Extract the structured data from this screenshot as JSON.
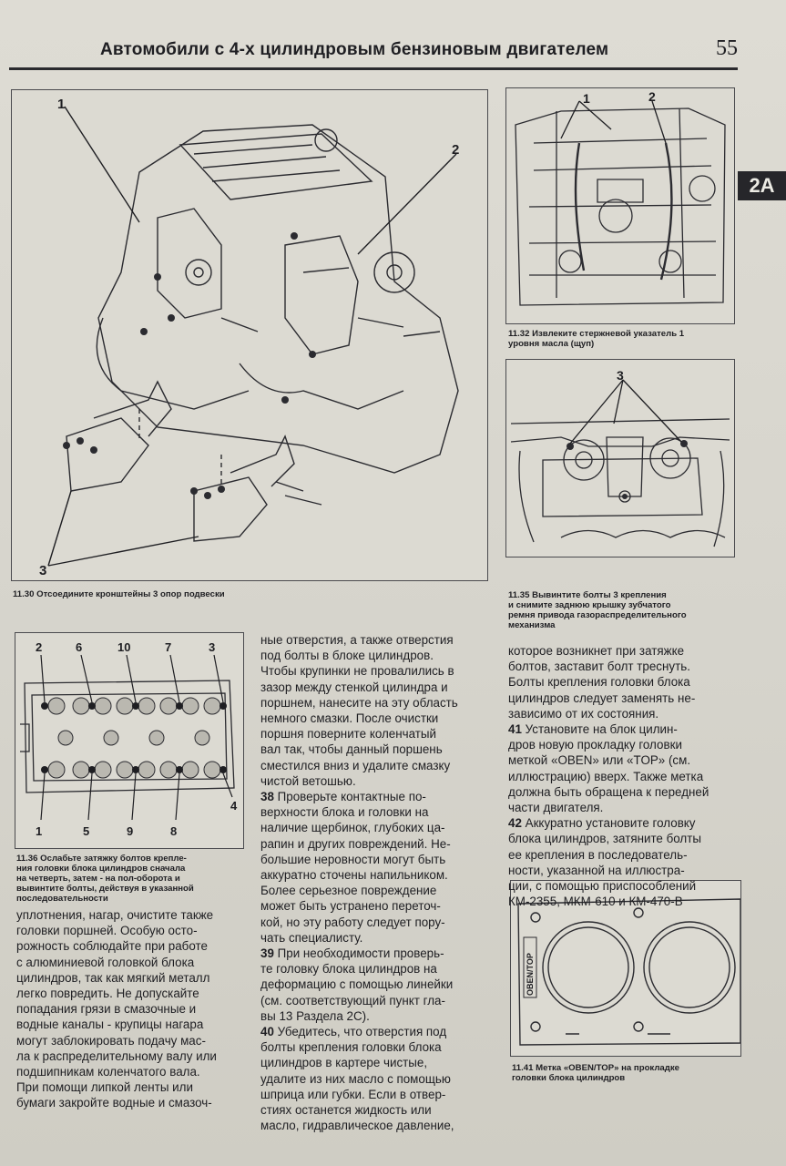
{
  "header": {
    "title": "Автомобили с 4-х цилиндровым бензиновым двигателем",
    "page_number": "55",
    "section_tab": "2A"
  },
  "figures": {
    "f1130": {
      "caption": "11.30 Отсоедините кронштейны 3 опор подвески",
      "callouts": [
        "1",
        "2",
        "3"
      ]
    },
    "f1132": {
      "caption_line1": "11.32 Извлеките стержневой указатель 1",
      "caption_line2": "уровня масла (щуп)",
      "callouts": [
        "1",
        "2"
      ]
    },
    "f1135": {
      "caption_line1": "11.35 Вывинтите болты 3 крепления",
      "caption_line2": "и снимите заднюю крышку зубчатого",
      "caption_line3": "ремня привода газораспределительного",
      "caption_line4": "механизма",
      "callouts": [
        "3"
      ]
    },
    "f1136": {
      "caption_line1": "11.36 Ослабьте затяжку болтов крепле-",
      "caption_line2": "ния головки блока цилиндров сначала",
      "caption_line3": "на четверть, затем - на пол-оборота и",
      "caption_line4": "вывинтите болты, действуя в указанной",
      "caption_line5": "последовательности",
      "callouts_top": [
        "2",
        "6",
        "10",
        "7",
        "3"
      ],
      "callouts_bottom": [
        "1",
        "5",
        "9",
        "8"
      ],
      "callout_side": "4"
    },
    "f1141": {
      "caption_line1": "11.41 Метка «OBEN/TOP» на прокладке",
      "caption_line2": "головки блока цилиндров",
      "stamp": "OBEN/TOP"
    }
  },
  "text": {
    "col1": [
      "уплотнения, нагар, очистите также",
      "головки поршней. Особую осто-",
      "рожность соблюдайте при работе",
      "с алюминиевой головкой блока",
      "цилиндров, так как мягкий металл",
      "легко повредить. Не допускайте",
      "попадания грязи в смазочные и",
      "водные каналы - крупицы нагара",
      "могут заблокировать подачу мас-",
      "ла к распределительному валу или",
      "подшипникам коленчатого вала.",
      "При помощи липкой ленты или",
      "бумаги закройте водные и смазоч-"
    ],
    "col2_intro": [
      "ные отверстия, а также отверстия",
      "под болты в блоке цилиндров.",
      "Чтобы крупинки не провалились в",
      "зазор между стенкой цилиндра и",
      "поршнем, нанесите на эту область",
      "немного смазки. После очистки",
      "поршня поверните коленчатый",
      "вал так, чтобы данный поршень",
      "сместился вниз и удалите смазку",
      "чистой ветошью."
    ],
    "step38_num": "38",
    "step38": [
      "Проверьте контактные по-",
      "верхности блока и головки на",
      "наличие щербинок, глубоких ца-",
      "рапин и других повреждений. Не-",
      "большие неровности могут быть",
      "аккуратно сточены напильником.",
      "Более серьезное повреждение",
      "может быть устранено переточ-",
      "кой, но эту работу следует пору-",
      "чать специалисту."
    ],
    "step39_num": "39",
    "step39": [
      "При необходимости проверь-",
      "те головку блока цилиндров на",
      "деформацию с помощью линейки",
      "(см. соответствующий пункт гла-",
      "вы 13 Раздела 2С)."
    ],
    "step40_num": "40",
    "step40": [
      "Убедитесь, что отверстия под",
      "болты крепления головки блока",
      "цилиндров в картере чистые,",
      "удалите из них масло с помощью",
      "шприца или губки. Если в отвер-",
      "стиях останется жидкость или",
      "масло, гидравлическое давление,"
    ],
    "col3_intro": [
      "которое возникнет при затяжке",
      "болтов, заставит болт треснуть.",
      "Болты крепления головки блока",
      "цилиндров следует заменять не-",
      "зависимо от их состояния."
    ],
    "step41_num": "41",
    "step41": [
      "Установите на блок цилин-",
      "дров новую прокладку головки",
      "меткой «OBEN» или «TOP» (см.",
      "иллюстрацию) вверх. Также метка",
      "должна быть обращена к передней",
      "части двигателя."
    ],
    "step42_num": "42",
    "step42": [
      "Аккуратно установите головку",
      "блока цилиндров, затяните болты",
      "ее крепления в последователь-",
      "ности, указанной на иллюстра-",
      "ции, с помощью приспособлений",
      "КМ-2355, МКМ-610 и КМ-470-В"
    ]
  },
  "colors": {
    "ink": "#1e1e22",
    "paper": "#dcdad2",
    "tab": "#26262a"
  }
}
